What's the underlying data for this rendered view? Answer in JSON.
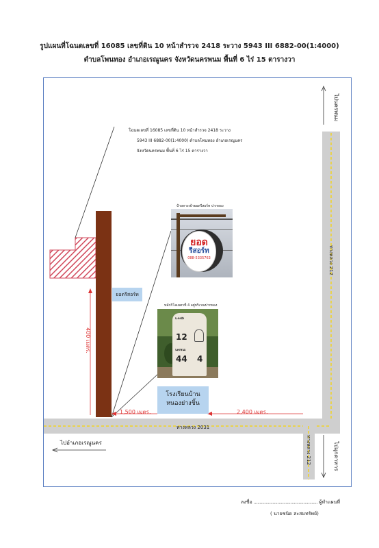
{
  "header": {
    "line1": "รูปแผนที่โฉนดเลขที่ 16085 เลขที่ดิน 10 หน้าสำรวจ 2418 ระวาง 5943 III 6882-00(1:4000)",
    "line2": "ตำบลโพนทอง อำเภอเรณูนคร จังหวัดนครพนม พื้นที่ 6 ไร่ 15 ตารางวา"
  },
  "parcel_note": {
    "line1": "โฉนดเลขที่ 16085 เลขที่ดิน 10 หน้าสำรวจ 2418 ระวาง",
    "line2": "5943 III 6882-00(1:4000) ตำบลโพนทอง อำเภอเรณูนคร",
    "line3": "จังหวัดนครพนม พื้นที่ 6 ไร่ 15 ตารางวา"
  },
  "photos": {
    "sign_caption": "ป้ายทางเข้ายอดรีสอร์ท ปากทอง",
    "sign_text_main": "ยอด",
    "sign_text_sub": "รีสอร์ท",
    "sign_phone": "088-5335763",
    "km_caption": "หลักกิโลเมตรที่ 4 อยู่บริเวณปากทอง",
    "km_line1": "บ.ดงบัง",
    "km_num1": "12",
    "km_line2": "นครพนม",
    "km_num2": "44",
    "km_num3": "4"
  },
  "labels": {
    "resort": "ยอดรีสอร์ท",
    "distance_vertical": "400 เมตร.",
    "school_line1": "โรงเรียนบ้าน",
    "school_line2": "หนองย่างชิ้น",
    "dist_1500": "1,500 เมตร.",
    "dist_2400": "2,400 เมตร.",
    "road_2031": "ทางหลวง 2031",
    "road_212_upper": "ทางหลวง 212",
    "road_212_lower": "ทางหลวง 212",
    "to_renu": "ไปอำเภอเรณูนคร",
    "to_nakhonphanom": "ไปนครพนม",
    "to_mukdahan": "ไปมุกดาหาร"
  },
  "signature": {
    "sign_label": "ลงชื่อ",
    "dots": "......................................................",
    "role": "ผู้ทำแผนที่",
    "name": "( นายชนิด สะสมทรัพย์)"
  },
  "colors": {
    "road": "#cfcfcf",
    "road_center": "#f2d321",
    "parcel": "#7b3214",
    "hatch": "#d1495b",
    "frame": "#5b7fc2",
    "label_box": "#b7d4ef",
    "dist_red": "#d33333"
  }
}
